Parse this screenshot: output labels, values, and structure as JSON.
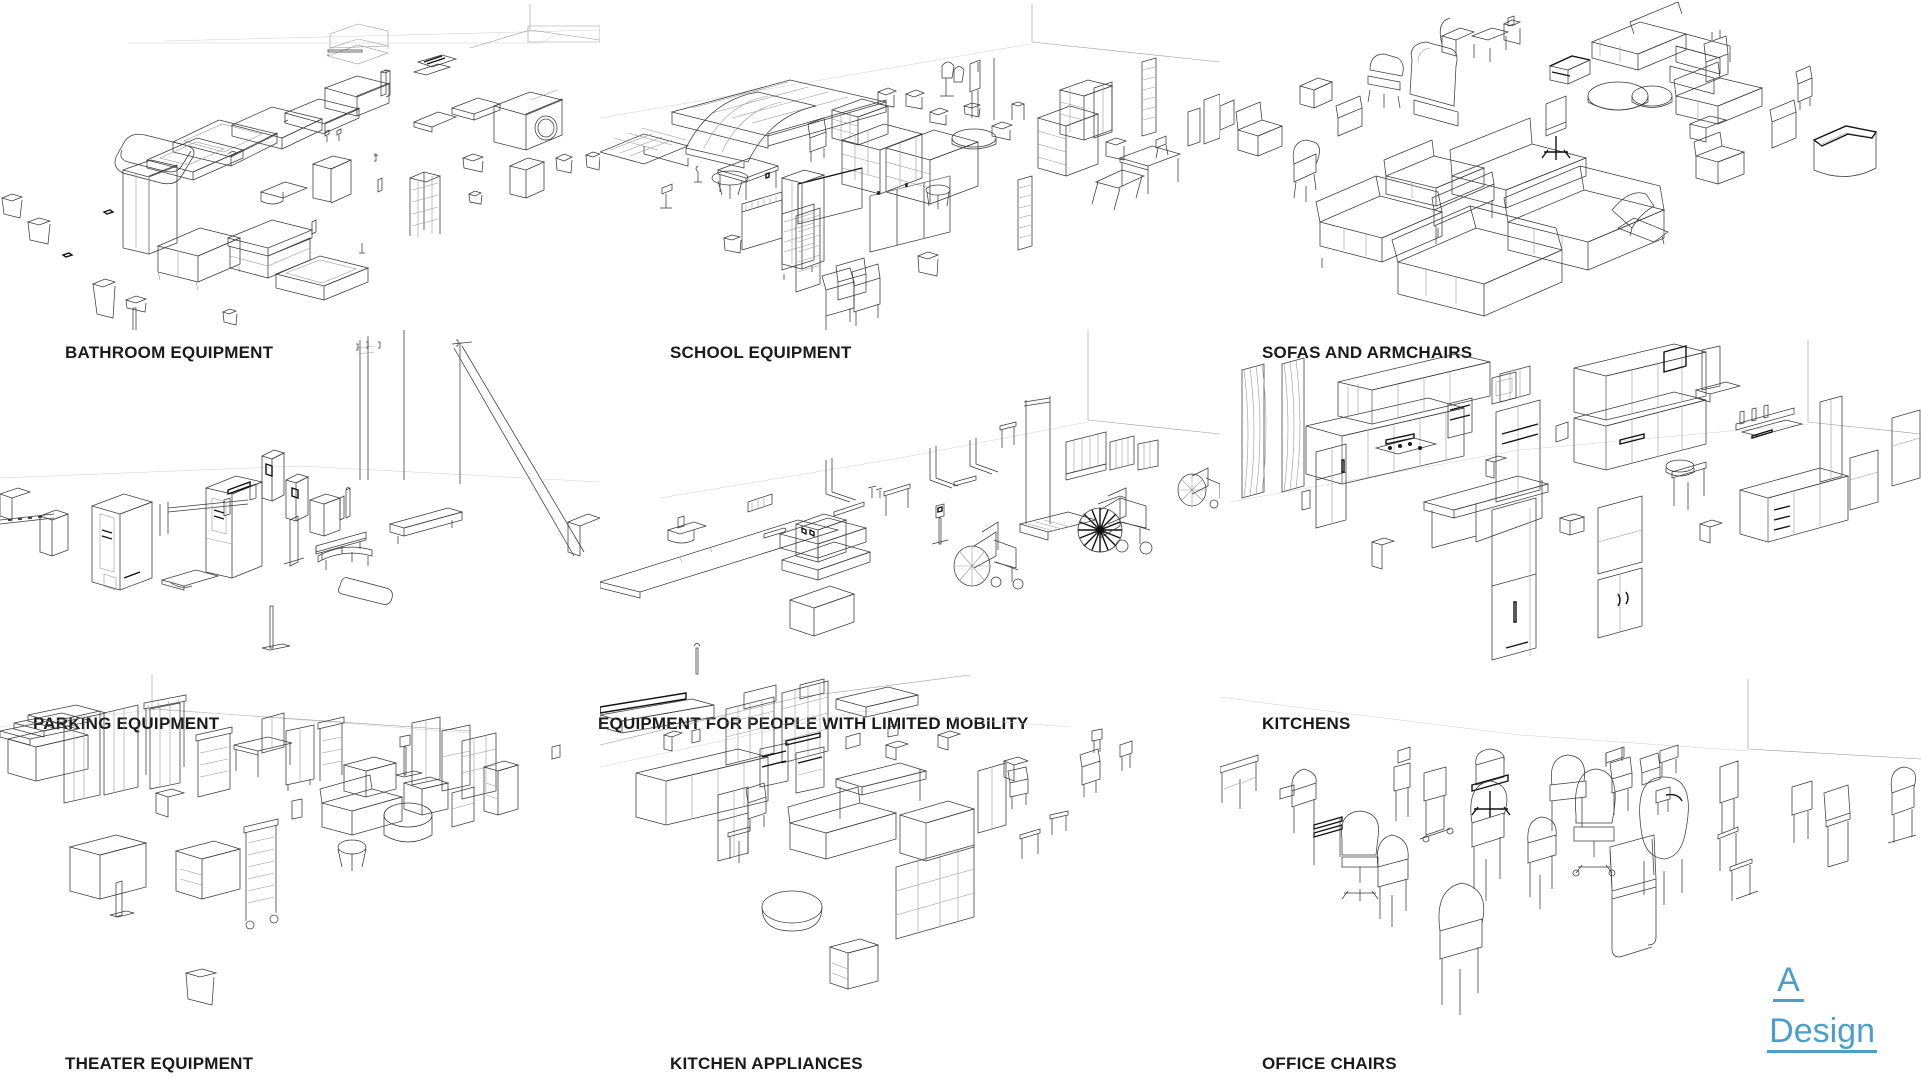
{
  "sheet": {
    "background_color": "#ffffff",
    "line_color": "#3a3a3a",
    "layout": "3x3 grid of axonometric line-art model collections"
  },
  "panels": [
    {
      "id": "bathroom-equipment",
      "label": "BATHROOM EQUIPMENT",
      "row": 1,
      "col": 1,
      "contents": "bathtubs, sinks, vanities, washing machine, toilets, bins, shower trays, towel rails, mirrors"
    },
    {
      "id": "school-equipment",
      "label": "SCHOOL EQUIPMENT",
      "row": 1,
      "col": 2,
      "contents": "desks, lockers, shelving units, whiteboards, benches, ladders, cubby storage, stools, gym bars"
    },
    {
      "id": "sofas-and-armchairs",
      "label": "SOFAS AND ARMCHAIRS",
      "row": 1,
      "col": 3,
      "contents": "two- and three-seat sofas, modular corner sofas, armchairs, lounge chairs, ottomans, chaise longue"
    },
    {
      "id": "parking-equipment",
      "label": "PARKING EQUIPMENT",
      "row": 2,
      "col": 1,
      "contents": "barrier arms, ticket machines, pay stations, bollards, lighting masts, wheel stops, guard rails"
    },
    {
      "id": "equipment-for-people-with-limited-mobility",
      "label": "EQUIPMENT FOR PEOPLE WITH LIMITED MOBILITY",
      "row": 2,
      "col": 2,
      "contents": "wheelchairs, platform lifts, grab rails, ramps, handrails, call buttons, accessible signage"
    },
    {
      "id": "kitchens",
      "label": "KITCHENS",
      "row": 2,
      "col": 3,
      "contents": "kitchen runs, wall and base cabinets, islands, refrigerators, hobs, extractor hoods, sideboards"
    },
    {
      "id": "theater-equipment",
      "label": "THEATER EQUIPMENT",
      "row": 3,
      "col": 1,
      "contents": "seating rows, stage flats, lighting rigs, rolling racks, dressing units, trunks, stands"
    },
    {
      "id": "kitchen-appliances",
      "label": "KITCHEN APPLIANCES",
      "row": 3,
      "col": 2,
      "contents": "ovens, cooktops, refrigerators, dishwashers, shelving, counters, tables, pouffe, storage grids"
    },
    {
      "id": "office-chairs",
      "label": "OFFICE CHAIRS",
      "row": 3,
      "col": 3,
      "contents": "task chairs, executive chairs, visitor chairs, cantilever chairs, stacking chairs, stools"
    }
  ],
  "brand": {
    "line1": "A",
    "line2": "Design",
    "color": "#4b9ecb"
  }
}
